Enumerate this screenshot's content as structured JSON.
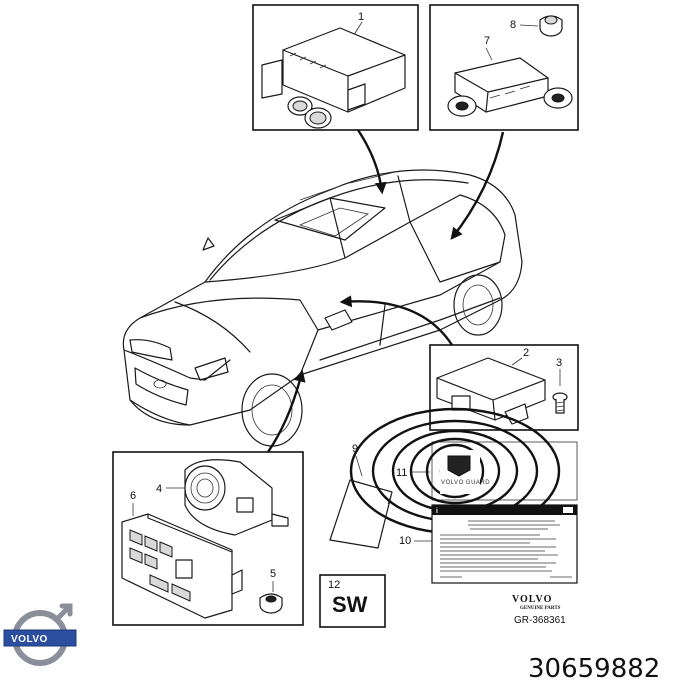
{
  "callouts": [
    "1",
    "2",
    "3",
    "4",
    "5",
    "6",
    "7",
    "8",
    "9",
    "10",
    "11",
    "12"
  ],
  "label_12_text": "SW",
  "brand_name": "VOLVO",
  "brand_sub": "GENUINE PARTS",
  "drawing_ref": "GR-368361",
  "part_number": "30659882",
  "logo_text": "VOLVO",
  "sticker_11_text": "VOLVO GUARD",
  "colors": {
    "line": "#1a1a1a",
    "logo_blue": "#2b4f9e",
    "logo_grey": "#8a8f99"
  }
}
